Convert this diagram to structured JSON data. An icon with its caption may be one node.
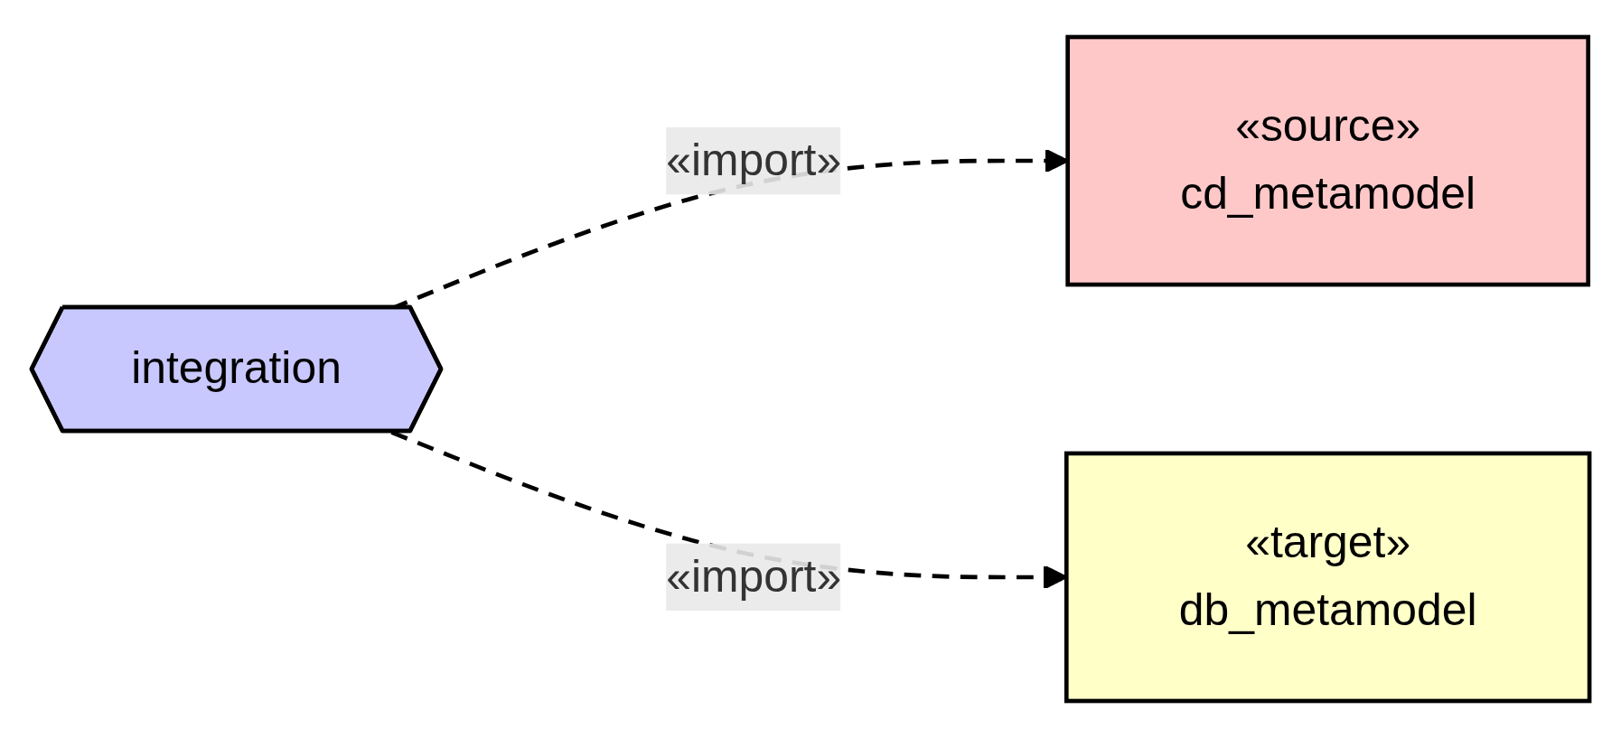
{
  "diagram": {
    "nodes": [
      {
        "text": [
          "«source»",
          "cd_metamodel"
        ]
      },
      {
        "text": [
          "integration"
        ]
      },
      {
        "text": [
          "«target»",
          "db_metamodel"
        ]
      }
    ],
    "edges": [
      {
        "from": 1,
        "to": 0,
        "arrow": "to",
        "label": "«import»",
        "style": "dashed"
      },
      {
        "from": 1,
        "to": 2,
        "arrow": "to",
        "label": "«import»",
        "style": "dashed"
      }
    ]
  }
}
